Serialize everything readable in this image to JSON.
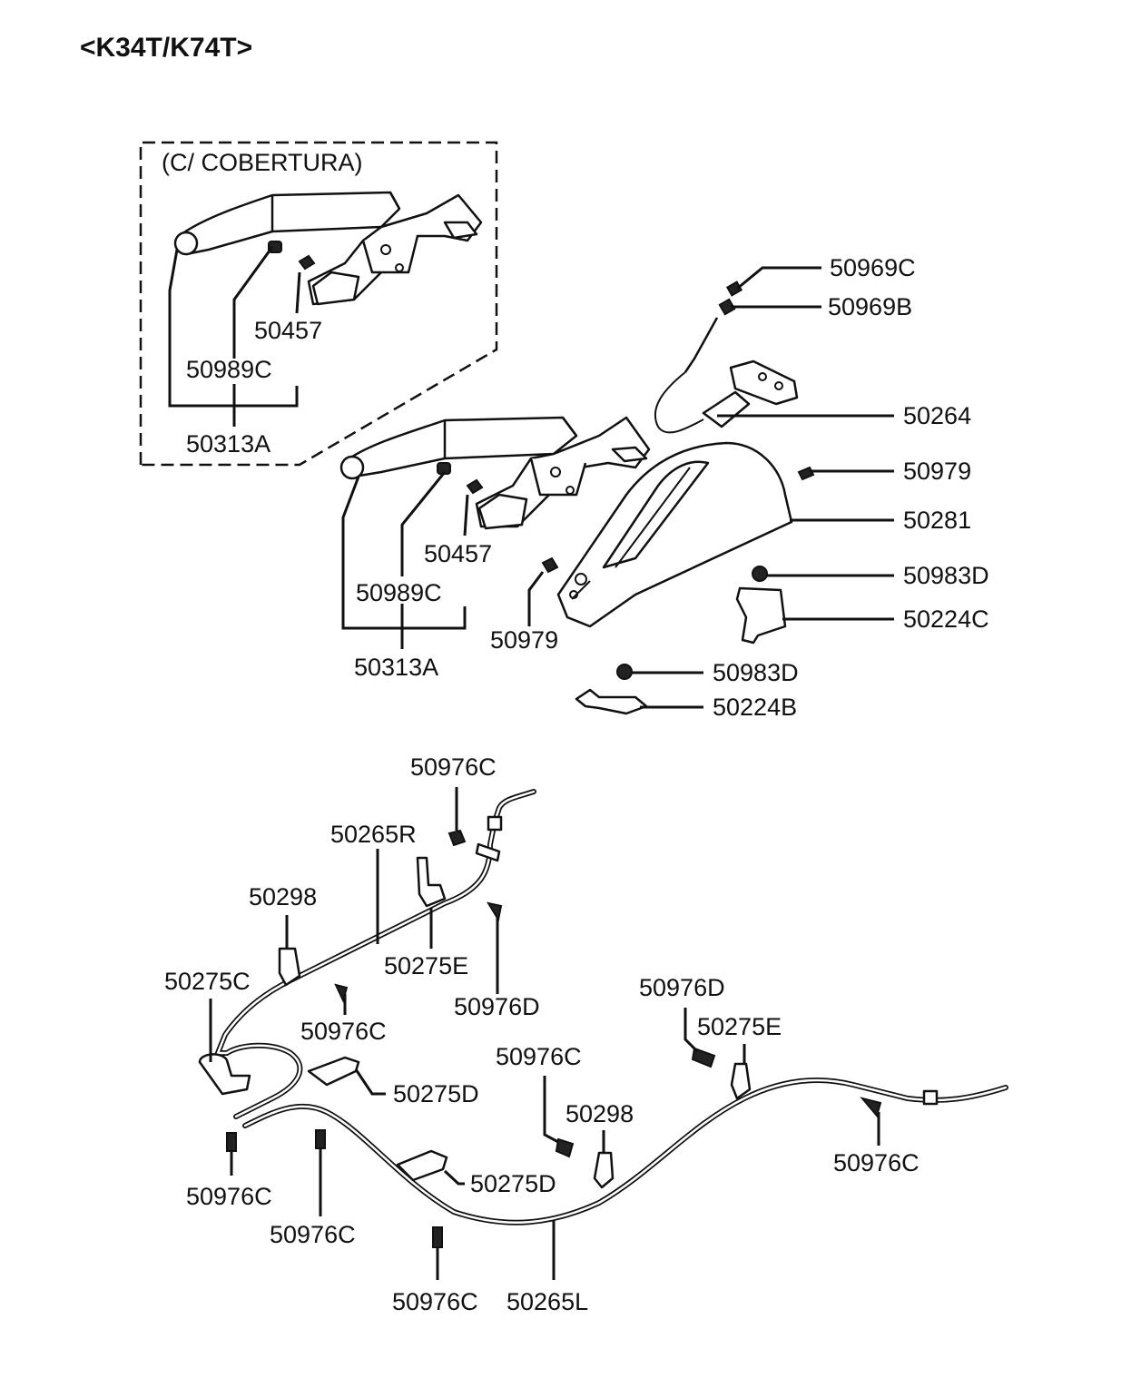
{
  "title": "<K34T/K74T>",
  "inset_label": "(C/ COBERTURA)",
  "labels": {
    "inset_50457": "50457",
    "inset_50989C": "50989C",
    "inset_50313A": "50313A",
    "p50969C": "50969C",
    "p50969B": "50969B",
    "p50264": "50264",
    "p50979_right": "50979",
    "p50281": "50281",
    "p50983D_upper": "50983D",
    "p50224C": "50224C",
    "p50457": "50457",
    "p50989C": "50989C",
    "p50313A": "50313A",
    "p50979_left": "50979",
    "p50983D_lower": "50983D",
    "p50224B": "50224B",
    "c50976C_top": "50976C",
    "c50265R": "50265R",
    "c50298_left": "50298",
    "c50275E_upper": "50275E",
    "c50976D_mid": "50976D",
    "c50275C": "50275C",
    "c50976C_mid": "50976C",
    "c50275D_upper": "50275D",
    "c50976D_right": "50976D",
    "c50275E_right": "50275E",
    "c50976C_center": "50976C",
    "c50298_center": "50298",
    "c50976C_farright": "50976C",
    "c50275D_lower": "50275D",
    "c50976C_bl1": "50976C",
    "c50976C_bl2": "50976C",
    "c50976C_bottom": "50976C",
    "c50265L": "50265L"
  }
}
